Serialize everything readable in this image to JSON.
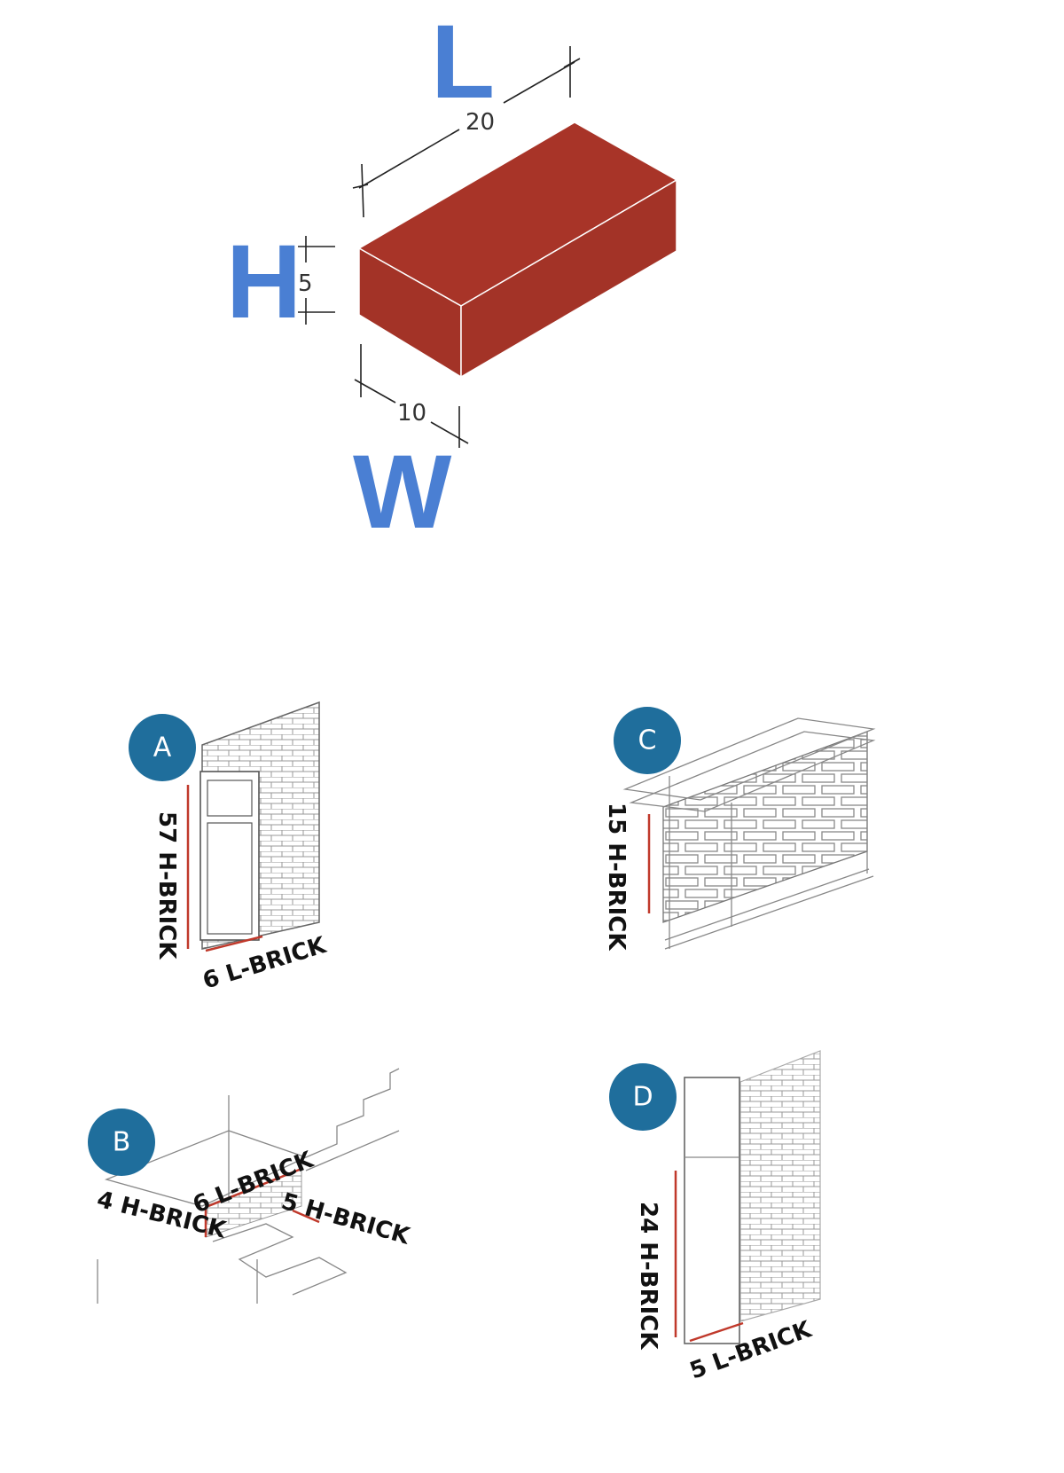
{
  "brick": {
    "length_letter": "L",
    "height_letter": "H",
    "width_letter": "W",
    "length_value": "20",
    "height_value": "5",
    "width_value": "10"
  },
  "panels": {
    "a": {
      "badge": "A",
      "vertical": "57 H-BRICK",
      "horizontal": "6 L-BRICK"
    },
    "b": {
      "badge": "B",
      "left": "4 H-BRICK",
      "middle": "6 L-BRICK",
      "right": "5 H-BRICK"
    },
    "c": {
      "badge": "C",
      "vertical": "15 H-BRICK"
    },
    "d": {
      "badge": "D",
      "vertical": "24 H-BRICK",
      "horizontal": "5 L-BRICK"
    }
  },
  "colors": {
    "brick": "#a33327",
    "letters": "#4a7fd3",
    "badge": "#1f6e9c",
    "dimension": "#c0392b"
  }
}
